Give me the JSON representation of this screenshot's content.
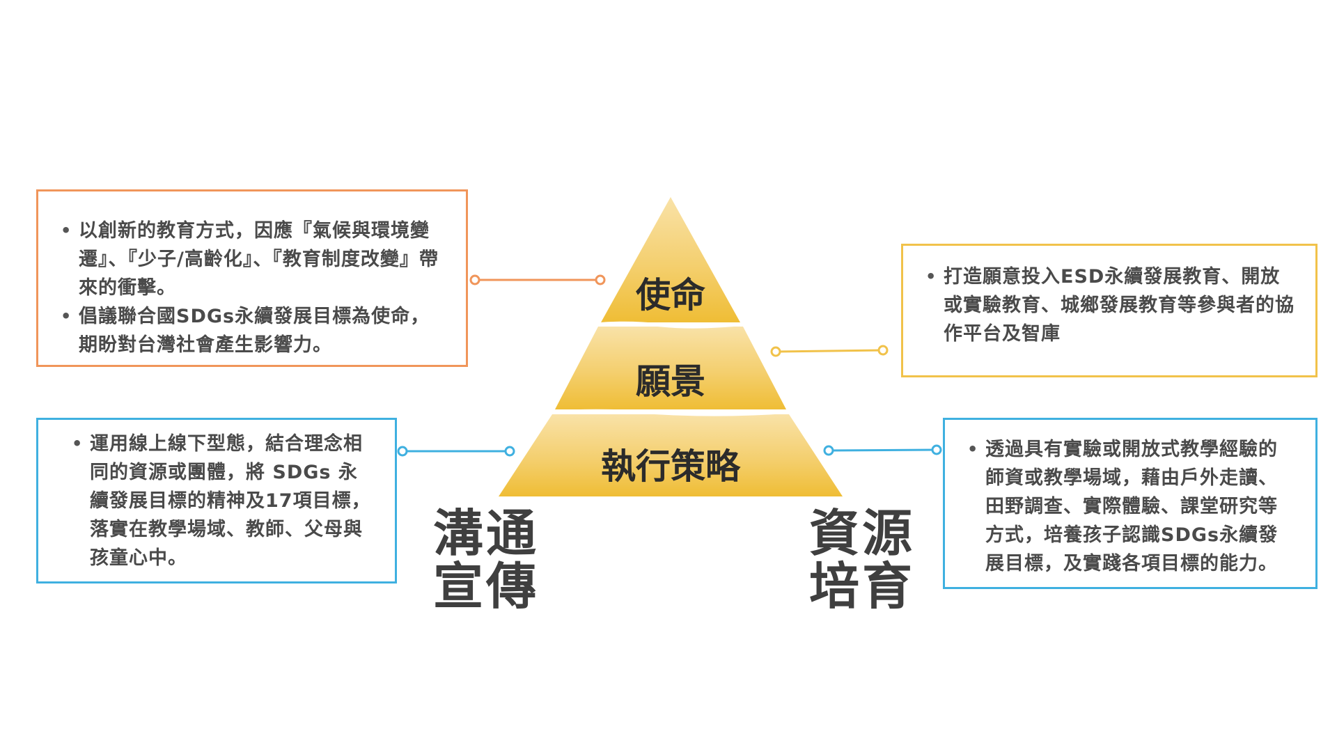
{
  "pyramid": {
    "top": "使命",
    "middle": "願景",
    "bottom": "執行策略"
  },
  "labels": {
    "communication": [
      "溝通",
      "宣傳"
    ],
    "resources": [
      "資源",
      "培育"
    ]
  },
  "boxes": {
    "mission": [
      "以創新的教育方式，因應『氣候與環境變遷』、『少子/高齡化』、『教育制度改變』帶來的衝擊。",
      "倡議聯合國SDGs永續發展目標為使命，期盼對台灣社會產生影響力。"
    ],
    "vision": [
      "打造願意投入ESD永續發展教育、開放或實驗教育、城鄉發展教育等參與者的協作平台及智庫"
    ],
    "communication": [
      "運用線上線下型態，結合理念相同的資源或團體，將 SDGs 永續發展目標的精神及17項目標，落實在教學場域、教師、父母與孩童心中。"
    ],
    "resources": [
      "透過具有實驗或開放式教學經驗的師資或教學場域，藉由戶外走讀、田野調查、實際體驗、課堂研究等方式，培養孩子認識SDGs永續發展目標，及實踐各項目標的能力。"
    ]
  },
  "colors": {
    "mission": "#f0955a",
    "vision": "#f1c24a",
    "communication": "#3fb0e0",
    "resources": "#3fb0e0",
    "pyramid_top": "#f7d690",
    "pyramid_bottom": "#f0c040"
  }
}
